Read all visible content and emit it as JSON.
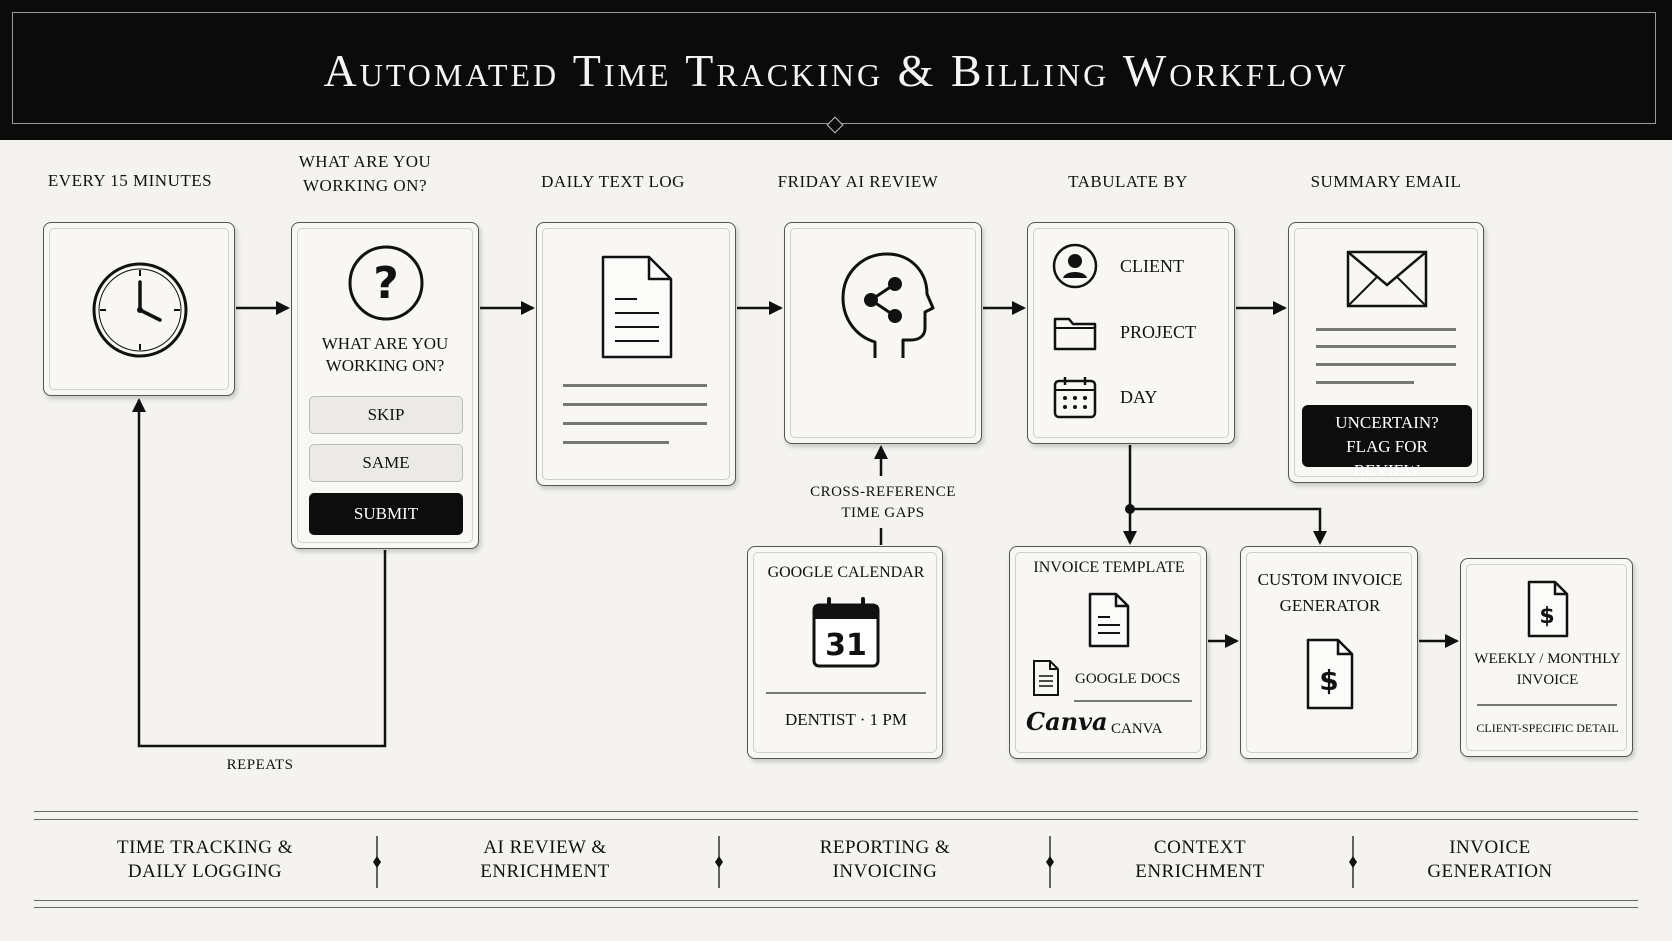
{
  "title": "Automated Time Tracking & Billing Workflow",
  "steps": {
    "every15": "Every 15 Minutes",
    "what_working_header": "What are you working on?",
    "daily_log": "Daily Text Log",
    "friday_review": "Friday AI Review",
    "tabulate_by": "Tabulate By",
    "summary_email": "Summary Email"
  },
  "prompt_card": {
    "question": "What are you working on?",
    "skip": "Skip",
    "same": "Same",
    "submit": "Submit"
  },
  "repeats": "Repeats",
  "tabulate": {
    "client": "Client",
    "project": "Project",
    "day": "Day"
  },
  "email": {
    "flag": "Uncertain? Flag for review"
  },
  "cross_reference": "Cross-reference time gaps",
  "calendar": {
    "title": "Google Calendar",
    "date": "31",
    "event": "Dentist · 1 PM"
  },
  "invoice_template": {
    "title": "Invoice Template",
    "google_docs": "Google Docs",
    "canva_logo": "Canva",
    "canva": "Canva"
  },
  "custom_generator": "Custom Invoice Generator",
  "final_invoice": {
    "title": "Weekly / Monthly Invoice",
    "detail": "Client-specific detail"
  },
  "footer": [
    "Time Tracking & Daily Logging",
    "AI Review & Enrichment",
    "Reporting & Invoicing",
    "Context Enrichment",
    "Invoice Generation"
  ],
  "icons": [
    "clock-icon",
    "question-icon",
    "document-icon",
    "ai-head-icon",
    "user-icon",
    "folder-icon",
    "calendar-grid-icon",
    "envelope-icon",
    "calendar-icon",
    "doc-small-icon",
    "dollar-doc-icon"
  ]
}
